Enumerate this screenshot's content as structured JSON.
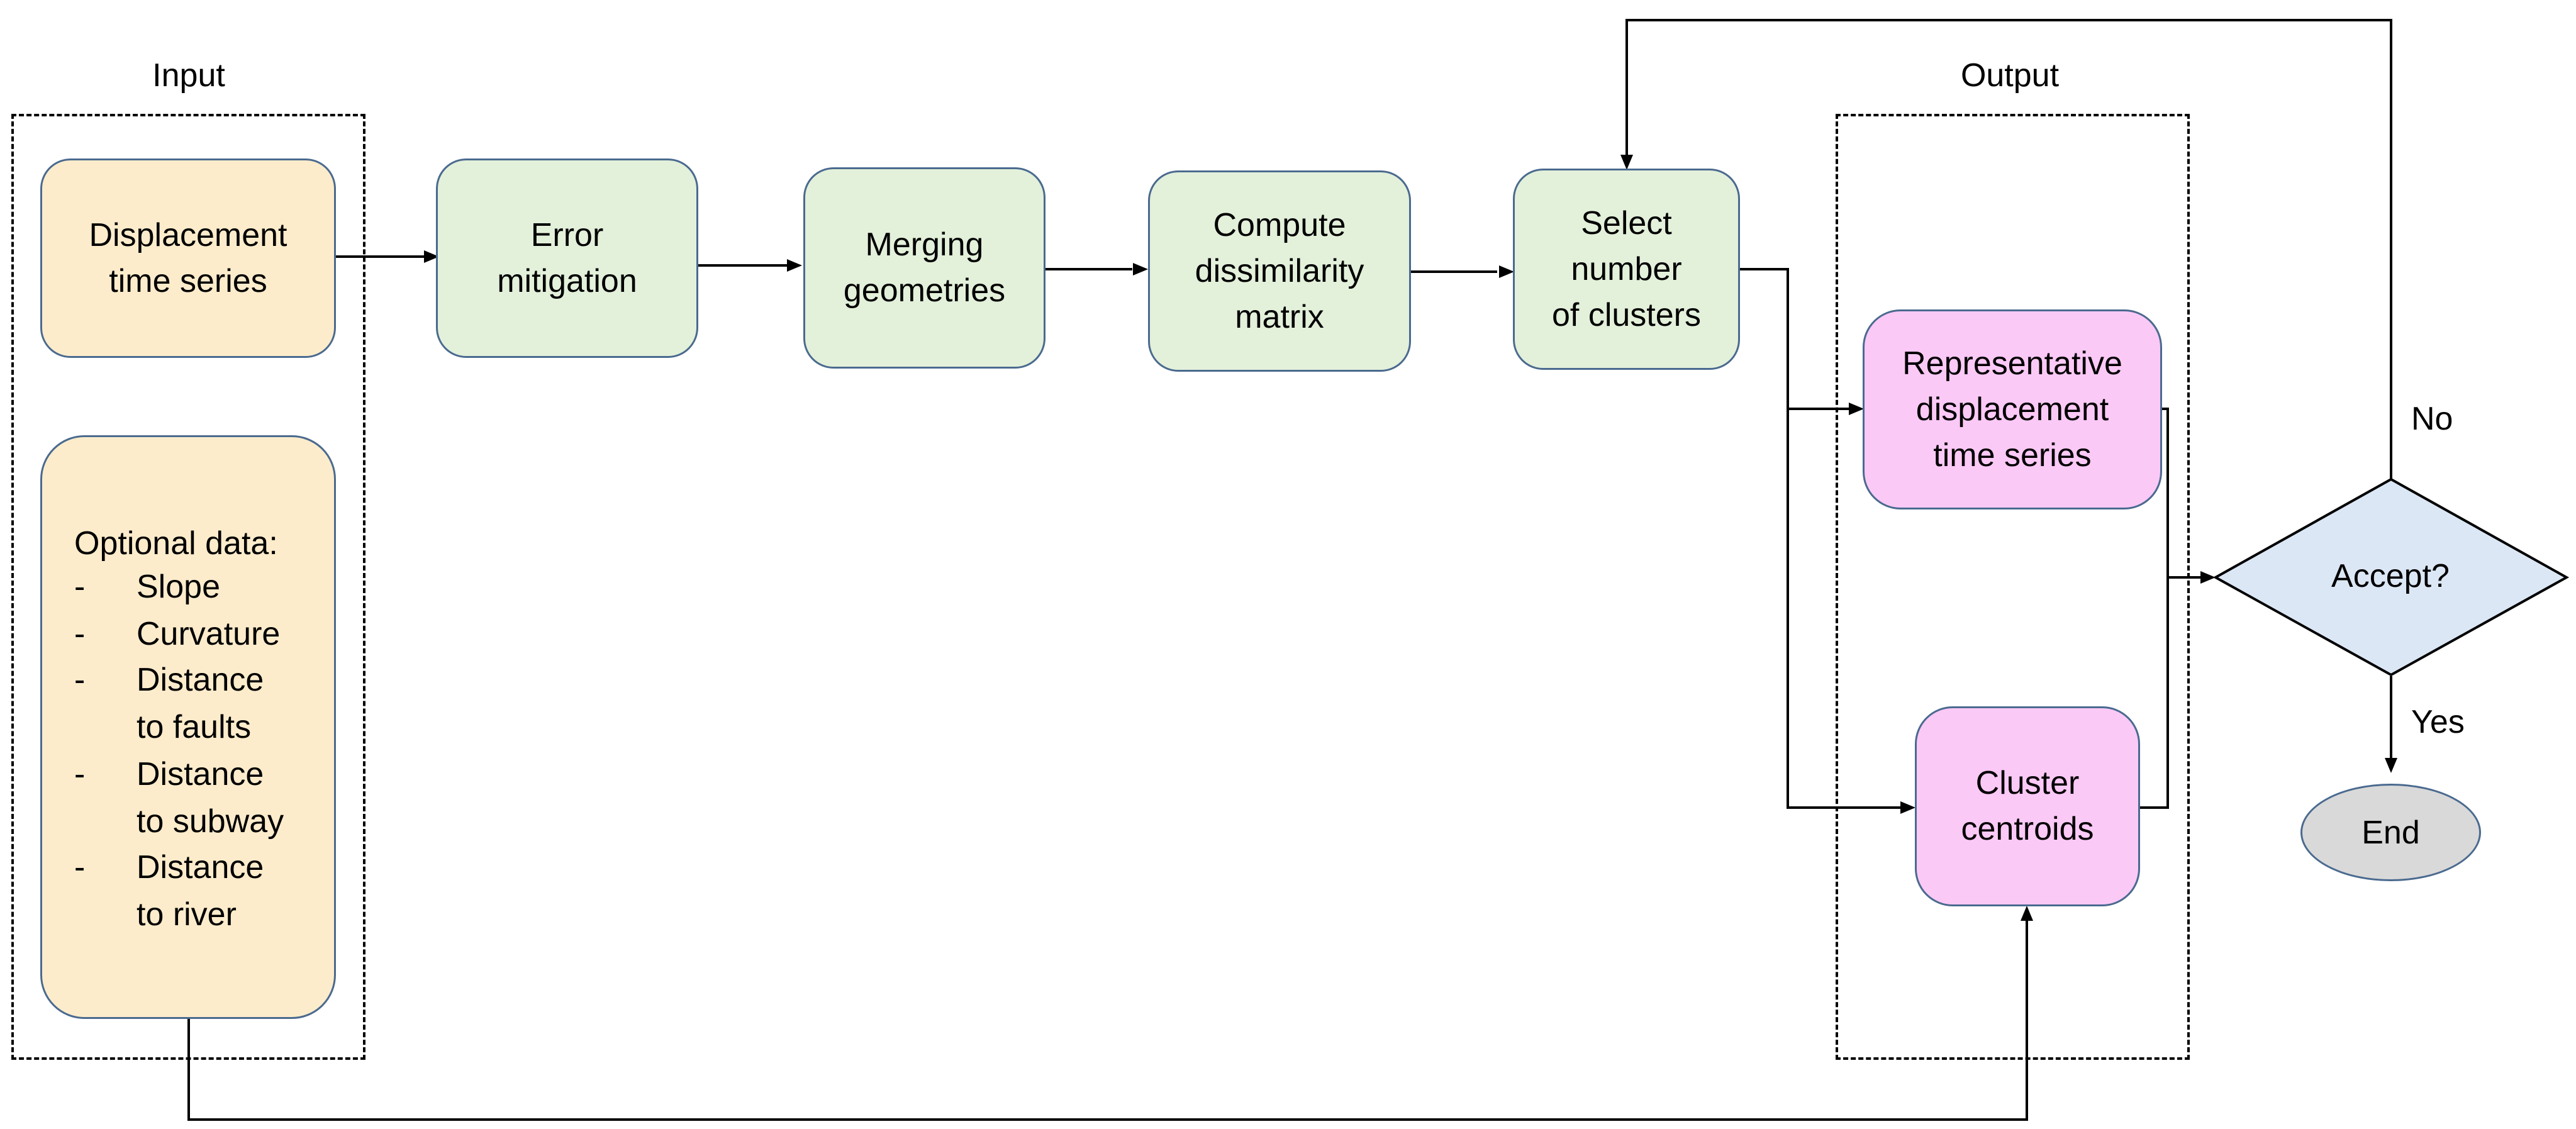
{
  "input_group": {
    "label": "Input"
  },
  "output_group": {
    "label": "Output"
  },
  "nodes": {
    "displacement": {
      "line1": "Displacement",
      "line2": "time series"
    },
    "error": {
      "line1": "Error",
      "line2": "mitigation"
    },
    "merging": {
      "line1": "Merging",
      "line2": "geometries"
    },
    "compute": {
      "line1": "Compute",
      "line2": "dissimilarity",
      "line3": "matrix"
    },
    "select": {
      "line1": "Select",
      "line2": "number",
      "line3": "of clusters"
    },
    "representative": {
      "line1": "Representative",
      "line2": "displacement",
      "line3": "time series"
    },
    "centroids": {
      "line1": "Cluster",
      "line2": "centroids"
    },
    "accept": {
      "label": "Accept?"
    },
    "end": {
      "label": "End"
    }
  },
  "optional": {
    "title": "Optional data:",
    "dash": "-",
    "items": [
      {
        "line1": "Slope",
        "line2": ""
      },
      {
        "line1": "Curvature",
        "line2": ""
      },
      {
        "line1": "Distance",
        "line2": "to faults"
      },
      {
        "line1": "Distance",
        "line2": "to subway"
      },
      {
        "line1": "Distance",
        "line2": "to river"
      }
    ]
  },
  "branches": {
    "no": "No",
    "yes": "Yes"
  },
  "colors": {
    "input_fill": "#fdeccb",
    "process_fill": "#e3f0da",
    "output_fill": "#fbc9f6",
    "decision_fill": "#dce7f5",
    "end_fill": "#d9d9d9",
    "border": "#4a6a8f"
  }
}
